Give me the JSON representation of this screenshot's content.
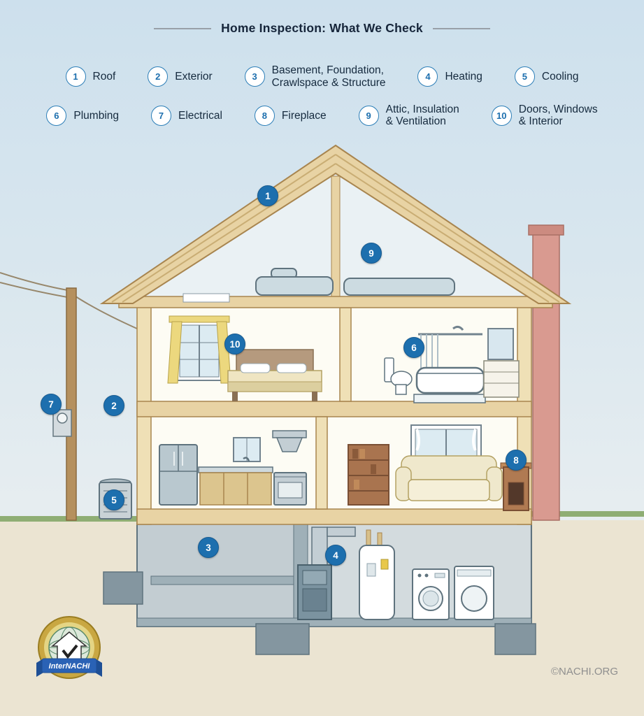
{
  "header": {
    "title": "Home Inspection: What We Check"
  },
  "legend": {
    "items": [
      {
        "num": "1",
        "label": "Roof"
      },
      {
        "num": "2",
        "label": "Exterior"
      },
      {
        "num": "3",
        "label": "Basement, Foundation,\nCrawlspace & Structure"
      },
      {
        "num": "4",
        "label": "Heating"
      },
      {
        "num": "5",
        "label": "Cooling"
      },
      {
        "num": "6",
        "label": "Plumbing"
      },
      {
        "num": "7",
        "label": "Electrical"
      },
      {
        "num": "8",
        "label": "Fireplace"
      },
      {
        "num": "9",
        "label": "Attic, Insulation\n& Ventilation"
      },
      {
        "num": "10",
        "label": "Doors, Windows\n& Interior"
      }
    ]
  },
  "badges": [
    {
      "num": "1"
    },
    {
      "num": "9"
    },
    {
      "num": "10"
    },
    {
      "num": "6"
    },
    {
      "num": "2"
    },
    {
      "num": "7"
    },
    {
      "num": "5"
    },
    {
      "num": "8"
    },
    {
      "num": "3"
    },
    {
      "num": "4"
    }
  ],
  "footer": {
    "copyright": "©NACHI.ORG",
    "logo_text": "InterNACHI"
  },
  "colors": {
    "badge_fill": "#1d6fae",
    "legend_circle_border": "#2d7fb8",
    "title_text": "#16253a",
    "sky_top": "#cde0ed",
    "ground_green": "#8fae74",
    "earth": "#ebe4d2",
    "wood": "#e8d3a4",
    "chimney": "#d99a90",
    "copyright_text": "#8f8f8f"
  }
}
